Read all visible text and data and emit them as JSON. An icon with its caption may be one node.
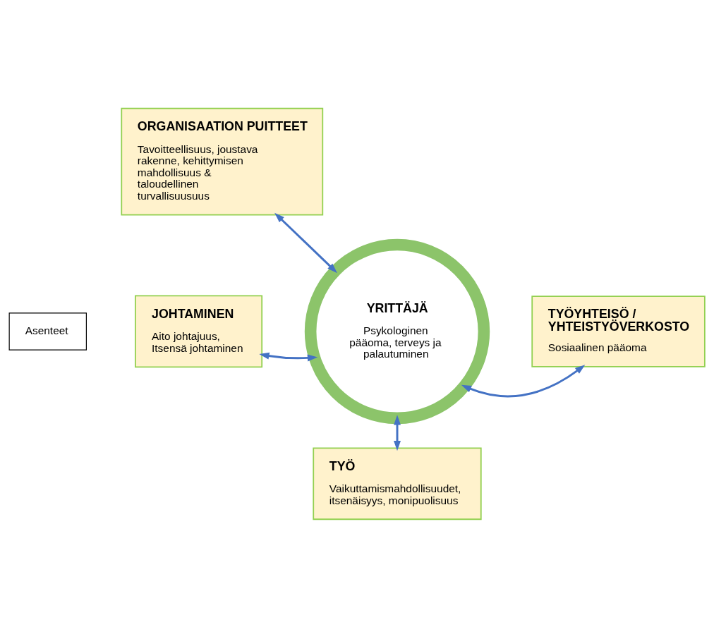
{
  "diagram": {
    "nodes": [
      {
        "text": [
          "ORGANISAATION PUITTEET",
          "Tavoitteellisuus, joustava rakenne, kehittymisen mahdollisuus & taloudellinen turvallisuusuus"
        ]
      },
      {
        "text": [
          "JOHTAMINEN",
          "Aito johtajuus, Itsensä johtaminen"
        ]
      },
      {
        "text": [
          "YRITTÄJÄ",
          "Psykologinen pääoma, terveys ja palautuminen"
        ]
      },
      {
        "text": [
          "Asenteet"
        ]
      },
      {
        "text": [
          "TYÖYHTEISÖ / YHTEISTYÖVERKOSTO",
          "Sosiaalinen pääoma"
        ]
      },
      {
        "text": [
          "TYÖ",
          "Vaikuttamismahdollisuudet, itsenäisyys, monipuolisuus"
        ]
      }
    ],
    "edges": [
      {
        "from": 0,
        "to": 2,
        "arrow": "both"
      },
      {
        "from": 1,
        "to": 2,
        "arrow": "both"
      },
      {
        "from": 2,
        "to": 4,
        "arrow": "both"
      },
      {
        "from": 2,
        "to": 5,
        "arrow": "both"
      }
    ]
  }
}
